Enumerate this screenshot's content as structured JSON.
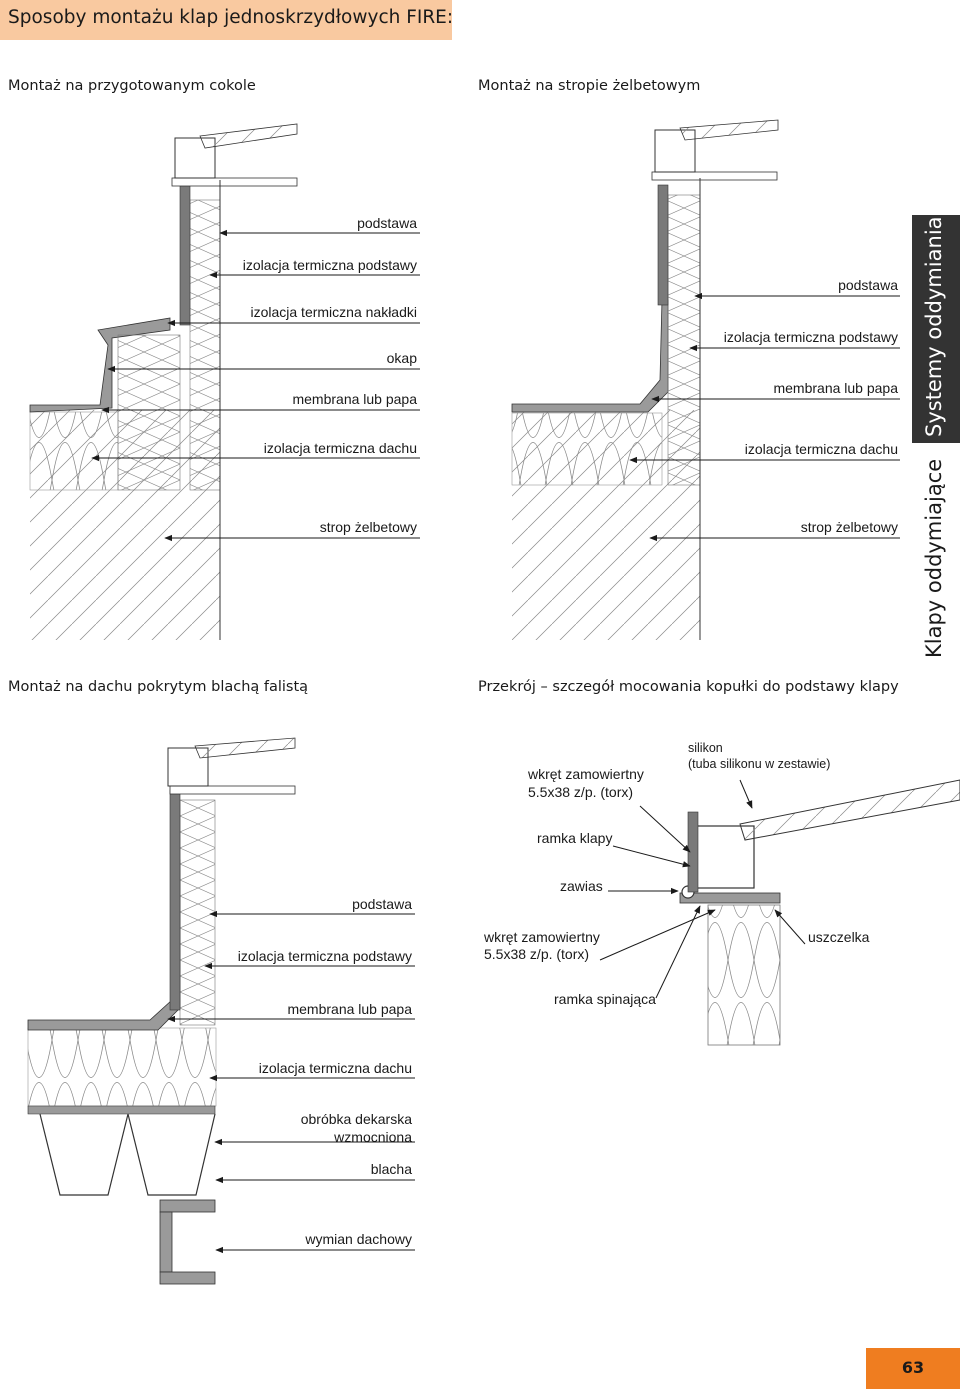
{
  "page": {
    "title": "Sposoby montażu klap jednoskrzydłowych FIRE:",
    "page_number": "63",
    "side_tab": {
      "primary": "Systemy oddymiania",
      "secondary": "Klapy oddymiające"
    }
  },
  "sections": {
    "cokol": "Montaż na przygotowanym cokole",
    "strop": "Montaż na stropie żelbetowym",
    "blacha": "Montaż na dachu pokrytym blachą falistą",
    "przekroj": "Przekrój – szczegół mocowania kopułki do podstawy klapy"
  },
  "labels": {
    "cokol": {
      "podstawa": "podstawa",
      "izolacja_podstawy": "izolacja termiczna podstawy",
      "izolacja_nakladki": "izolacja termiczna nakładki",
      "okap": "okap",
      "membrana": "membrana lub papa",
      "izolacja_dachu": "izolacja termiczna dachu",
      "strop": "strop żelbetowy"
    },
    "strop": {
      "podstawa": "podstawa",
      "izolacja_podstawy": "izolacja termiczna podstawy",
      "membrana": "membrana lub papa",
      "izolacja_dachu": "izolacja termiczna dachu",
      "strop": "strop żelbetowy"
    },
    "blacha": {
      "podstawa": "podstawa",
      "izolacja_podstawy": "izolacja termiczna podstawy",
      "membrana": "membrana lub papa",
      "izolacja_dachu": "izolacja termiczna dachu",
      "obrobka_1": "obróbka dekarska",
      "obrobka_2": "wzmocniona",
      "blacha": "blacha",
      "wymian": "wymian dachowy"
    },
    "przekroj": {
      "wkret_1a": "wkręt zamowiertny",
      "wkret_1b": "5.5x38 z/p. (torx)",
      "silikon_a": "silikon",
      "silikon_b": "(tuba silikonu w zestawie)",
      "ramka_klapy": "ramka klapy",
      "zawias": "zawias",
      "wkret_2a": "wkręt zamowiertny",
      "wkret_2b": "5.5x38 z/p. (torx)",
      "uszczelka": "uszczelka",
      "ramka_spinajaca": "ramka spinająca"
    }
  },
  "colors": {
    "title_bg": "#f9c9a0",
    "accent": "#ef7d20",
    "tab_dark": "#333333"
  }
}
